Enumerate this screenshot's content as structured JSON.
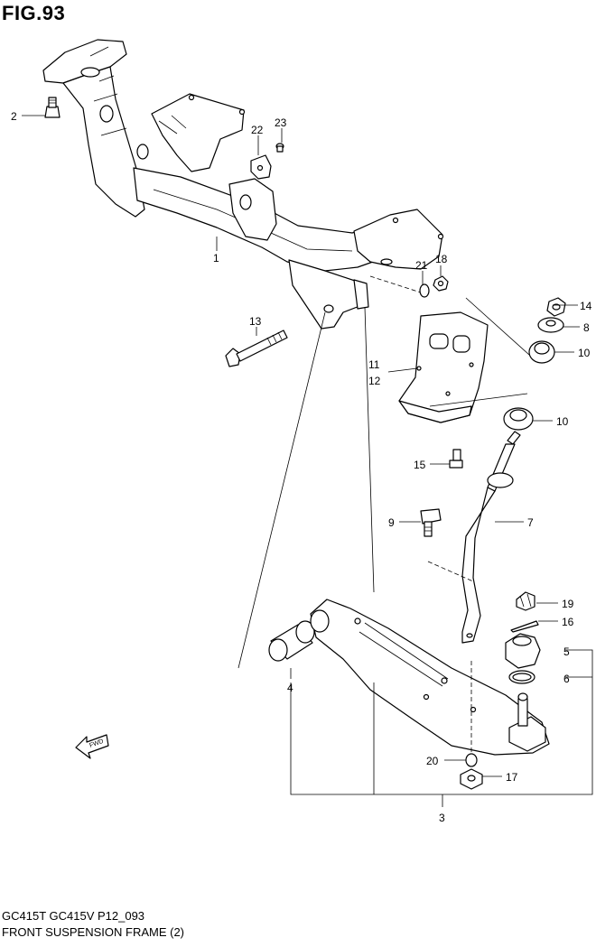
{
  "figure": {
    "title": "FIG.93",
    "model_line": "GC415T GC415V P12_093",
    "section_title": "FRONT SUSPENSION FRAME (2)",
    "fwd_label": "FWD"
  },
  "callouts": [
    {
      "id": "c1",
      "text": "1"
    },
    {
      "id": "c2",
      "text": "2"
    },
    {
      "id": "c3",
      "text": "3"
    },
    {
      "id": "c4",
      "text": "4"
    },
    {
      "id": "c5",
      "text": "5"
    },
    {
      "id": "c6",
      "text": "6"
    },
    {
      "id": "c7",
      "text": "7"
    },
    {
      "id": "c8",
      "text": "8"
    },
    {
      "id": "c9",
      "text": "9"
    },
    {
      "id": "c10a",
      "text": "10"
    },
    {
      "id": "c10b",
      "text": "10"
    },
    {
      "id": "c11",
      "text": "11"
    },
    {
      "id": "c12",
      "text": "12"
    },
    {
      "id": "c13",
      "text": "13"
    },
    {
      "id": "c14",
      "text": "14"
    },
    {
      "id": "c15",
      "text": "15"
    },
    {
      "id": "c16",
      "text": "16"
    },
    {
      "id": "c17",
      "text": "17"
    },
    {
      "id": "c18",
      "text": "18"
    },
    {
      "id": "c19",
      "text": "19"
    },
    {
      "id": "c20",
      "text": "20"
    },
    {
      "id": "c21",
      "text": "21"
    },
    {
      "id": "c22",
      "text": "22"
    },
    {
      "id": "c23",
      "text": "23"
    }
  ]
}
